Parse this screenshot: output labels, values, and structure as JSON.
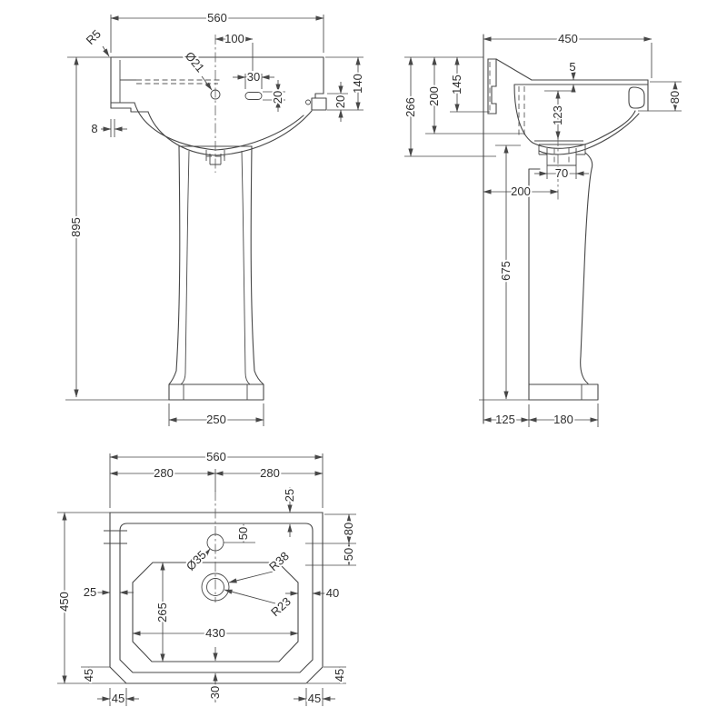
{
  "drawing": {
    "background_color": "#ffffff",
    "line_color": "#474747",
    "text_color": "#2e2e2e",
    "subject": "pedestal basin technical drawing"
  },
  "views": {
    "front": {
      "overall_width": "560",
      "corner_radius": "R5",
      "tap_hole_offset": "100",
      "tap_hole_diameter": "Ø21",
      "overflow_slot_width": "30",
      "overflow_slot_height": "20",
      "rim_lip": "8",
      "overall_height": "895",
      "rim_right_drop": "140",
      "rim_right_step": "20",
      "pedestal_base_width": "250"
    },
    "side": {
      "overall_depth": "450",
      "deck_fall": "5",
      "fixing_height": "145",
      "back_recess_height": "200",
      "basin_body_height": "266",
      "bowl_inner_depth": "123",
      "front_apron_height": "80",
      "waste_outlet_width": "70",
      "waste_centre_from_wall": "200",
      "pedestal_height": "675",
      "pedestal_setback": "125",
      "pedestal_base_depth": "180"
    },
    "plan": {
      "overall_width": "560",
      "centre_left": "280",
      "centre_right": "280",
      "deck_top_margin": "25",
      "tap_centre_inset": "50",
      "side_fixing_upper": "80",
      "side_fixing_lower": "50",
      "tap_hole_diameter": "Ø35",
      "waste_outer_radius": "R38",
      "waste_inner_radius": "R23",
      "deck_left_margin": "25",
      "deck_right_margin": "40",
      "bowl_inner_depth": "265",
      "bowl_inner_width": "430",
      "overall_depth": "450",
      "chamfer_left_vertical": "45",
      "chamfer_left_horizontal": "45",
      "bowl_bottom_margin": "30",
      "chamfer_right_vertical": "45",
      "chamfer_right_horizontal": "45"
    }
  }
}
